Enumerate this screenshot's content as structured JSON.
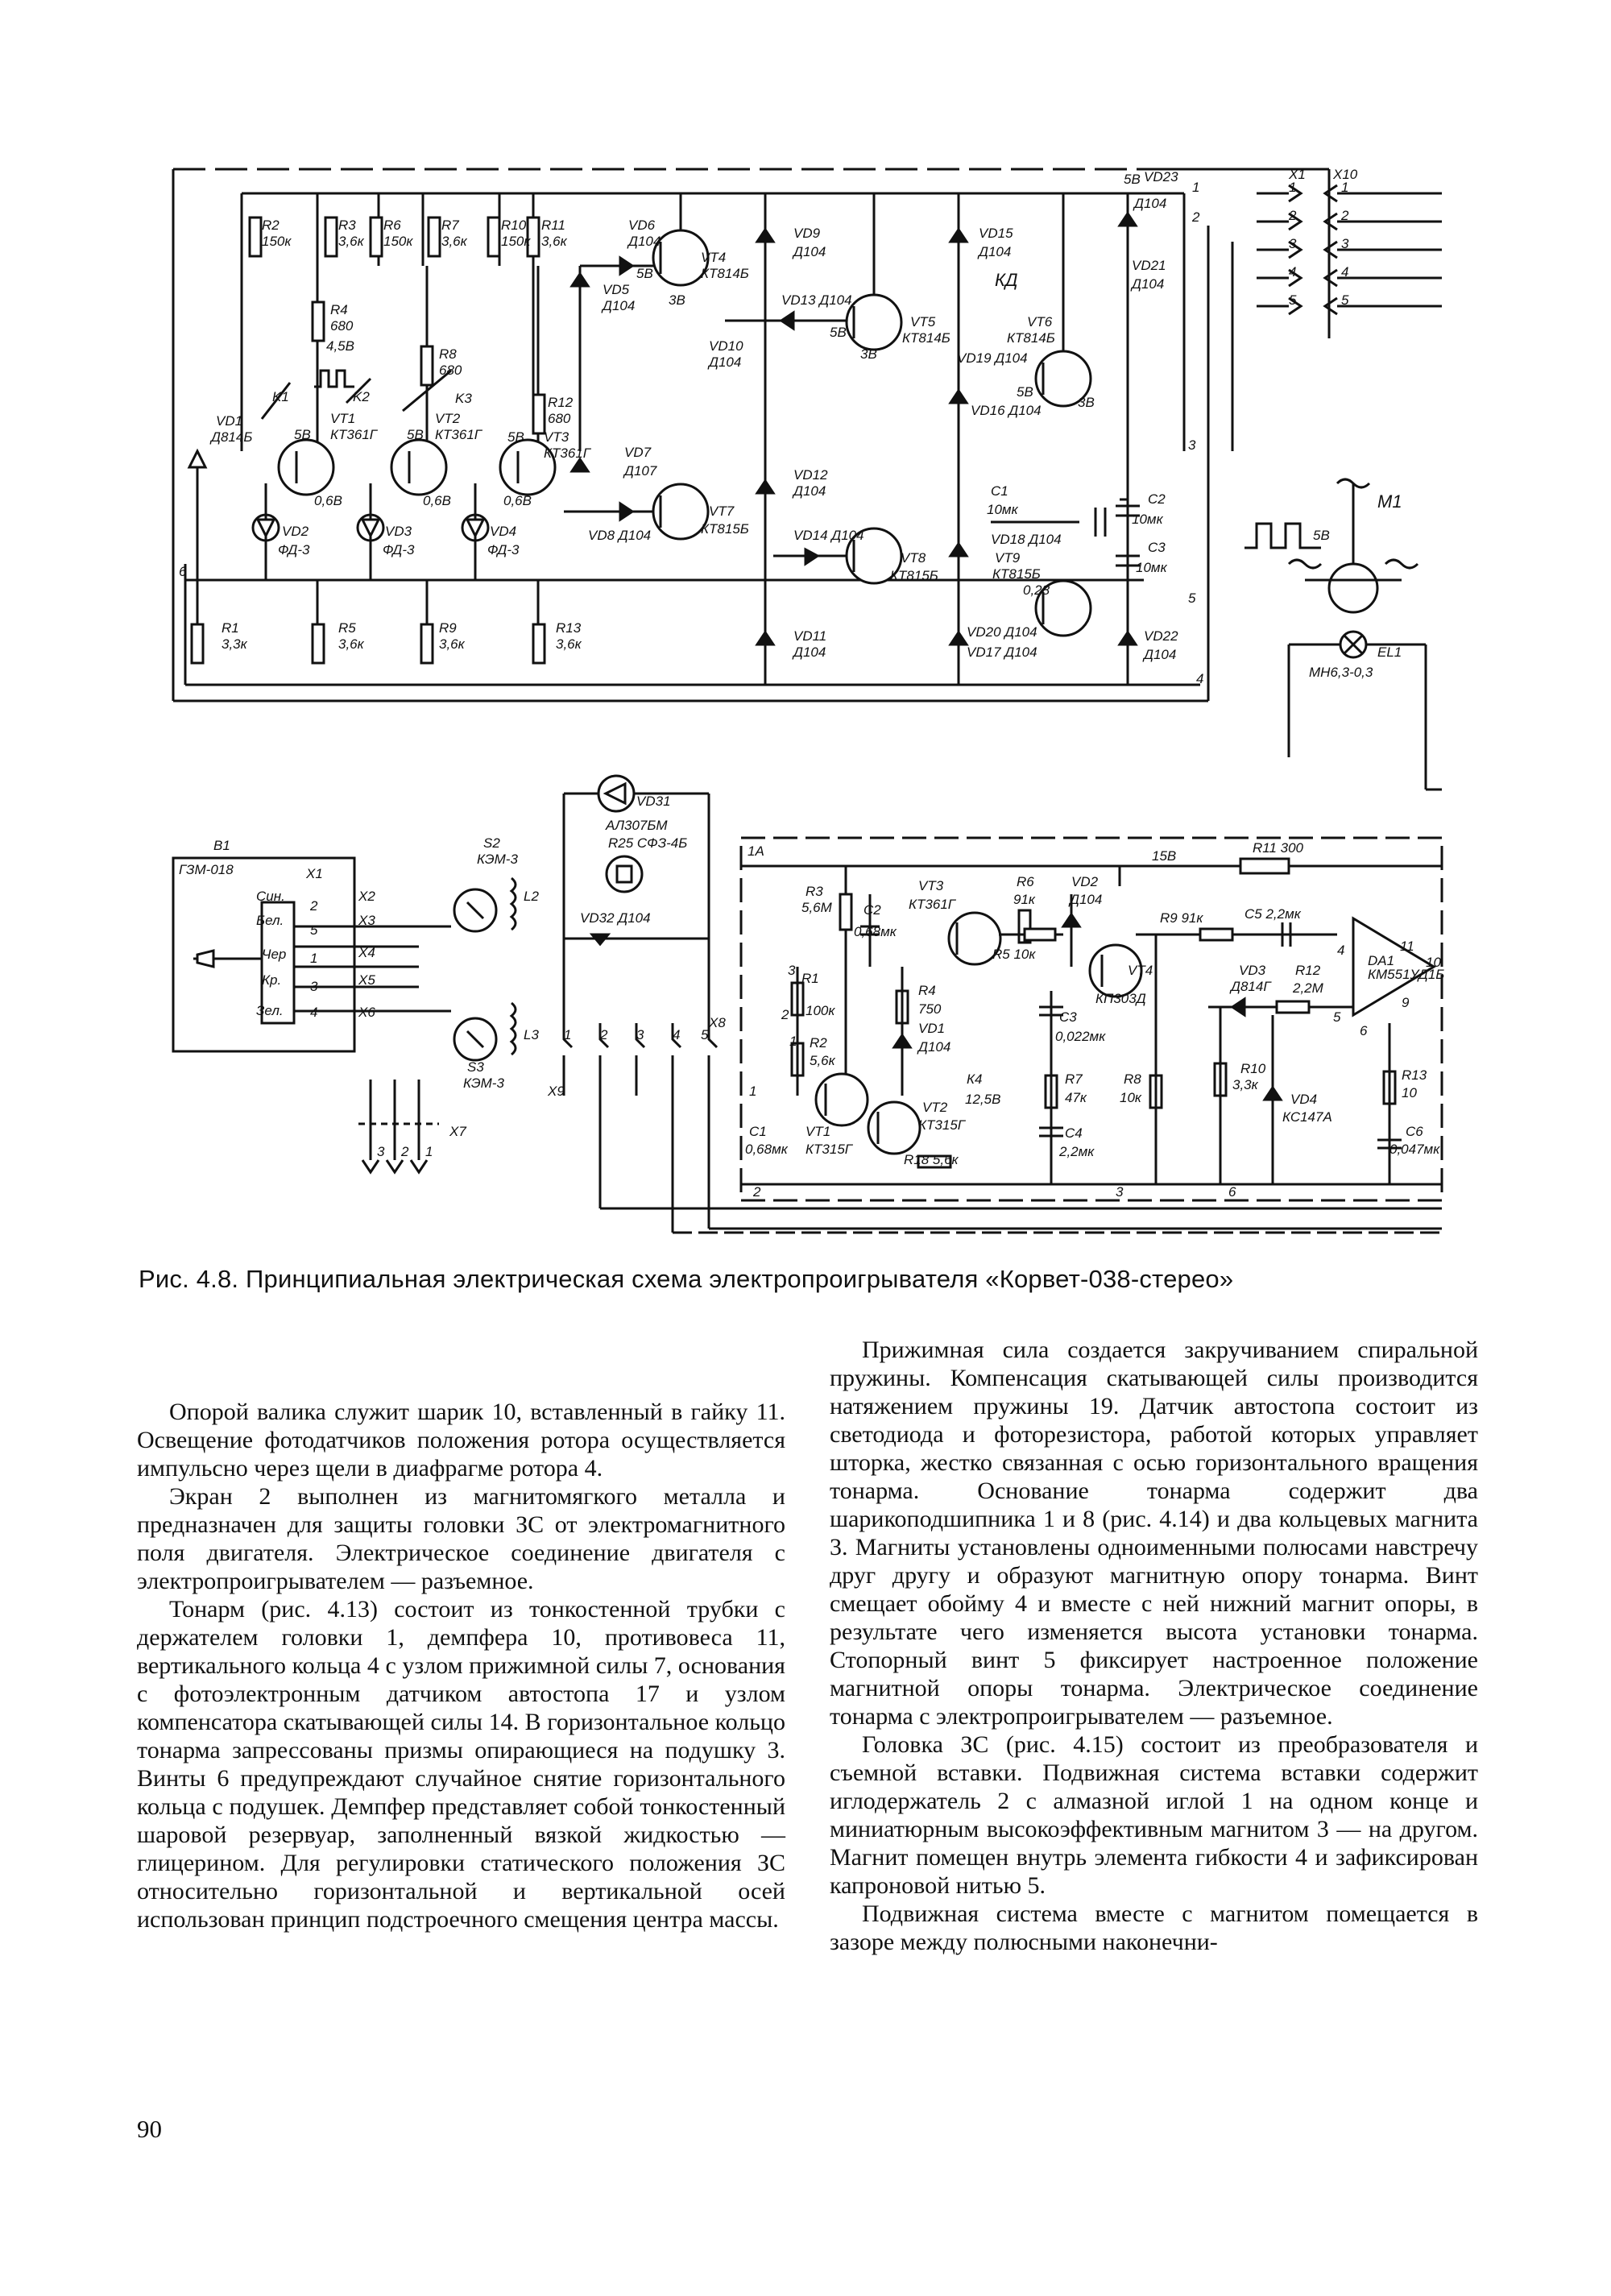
{
  "figure": {
    "top_labels": {
      "connector_x1": "X1",
      "connector_x10": "X10",
      "kd": "КД",
      "vd23": "VD23",
      "d104": "Д104",
      "v5": "5В",
      "v38": "3В",
      "v58": "5В",
      "v06": "0,6В",
      "v45": "4,5В",
      "v028": "0,28",
      "m1": "M1",
      "el1": "EL1",
      "el1_type": "МН6,3-0,3",
      "r1": "R1",
      "r1v": "3,3к",
      "r2": "R2",
      "r2v": "150к",
      "r3": "R3",
      "r3v": "3,6к",
      "r4": "R4",
      "r4v": "680",
      "r5": "R5",
      "r5v": "3,6к",
      "r6": "R6",
      "r6v": "150к",
      "r7": "R7",
      "r7v": "3,6к",
      "r8": "R8",
      "r8v": "680",
      "r9": "R9",
      "r9v": "3,6к",
      "r10": "R10",
      "r10v": "150к",
      "r11": "R11",
      "r11v": "3,6к",
      "r12": "R12",
      "r12v": "680",
      "r13": "R13",
      "r13v": "3,6к",
      "vt1": "VT1",
      "vt1t": "КТ361Г",
      "vt2": "VT2",
      "vt2t": "КТ361Г",
      "vt3": "VT3",
      "vt3t": "КТ361Г",
      "vt4": "VT4",
      "vt4t": "КТ814Б",
      "vt5": "VT5",
      "vt5t": "КТ814Б",
      "vt6": "VT6",
      "vt6t": "КТ814Б",
      "vt7": "VT7",
      "vt7t": "КТ815Б",
      "vt8": "VT8",
      "vt8t": "КТ815Б",
      "vt9": "VT9",
      "vt9t": "КТ815Б",
      "vd1": "VD1",
      "vd1t": "Д814Б",
      "vd2": "VD2",
      "vd3": "VD3",
      "vd4": "VD4",
      "fd3": "ФД-3",
      "vd5": "VD5",
      "vd6": "VD6",
      "vd7": "VD7",
      "vd7t": "Д107",
      "vd8": "VD8 Д104",
      "vd9": "VD9",
      "vd10": "VD10",
      "vd11": "VD11",
      "vd12": "VD12",
      "vd13": "VD13 Д104",
      "vd14": "VD14 Д104",
      "vd15": "VD15",
      "vd16": "VD16 Д104",
      "vd17": "VD17 Д104",
      "vd18": "VD18 Д104",
      "vd19": "VD19 Д104",
      "vd20": "VD20 Д104",
      "vd21": "VD21",
      "vd22": "VD22",
      "c1": "C1",
      "c1v": "10мк",
      "c2": "C2",
      "c2v": "10мк",
      "c3": "C3",
      "c3v": "10мк",
      "k1": "K1",
      "k2": "K2",
      "k3": "K3",
      "n1": "1",
      "n2": "2",
      "n3": "3",
      "n4": "4",
      "n5": "5",
      "n6": "6",
      "n58": "5В"
    },
    "bottom_labels": {
      "b1": "B1",
      "b1t": "ГЗМ-018",
      "x1": "X1",
      "x2": "X2",
      "x3": "X3",
      "x4": "X4",
      "x5": "X5",
      "x6": "X6",
      "x7": "X7",
      "x8": "X8",
      "x9": "X9",
      "sin": "Син.",
      "bel": "Бел.",
      "cher": "Чер",
      "kr": "Кр.",
      "zel": "Зел.",
      "s2": "S2",
      "s2t": "КЭМ-3",
      "s3": "S3",
      "s3t": "КЭМ-3",
      "l2": "L2",
      "l3": "L3",
      "vd31": "VD31",
      "vd31t": "АЛ307БМ",
      "r25": "R25 СФЗ-4Б",
      "vd32": "VD32 Д104",
      "block": "1А",
      "v15": "15В",
      "r3": "R3",
      "r3v": "5,6М",
      "c2": "C2",
      "c2v": "0,68мк",
      "vt3": "VT3",
      "vt3t": "КТ361Г",
      "r6": "R6",
      "r6v": "91к",
      "vd2": "VD2",
      "vd2t": "Д104",
      "r5": "R5 10к",
      "r1": "R1",
      "r1v": "100к",
      "r2": "R2",
      "r2v": "5,6к",
      "r4": "R4",
      "r4v": "750",
      "vd1": "VD1",
      "vd1t": "Д104",
      "vt4": "VT4",
      "vt4t": "КП303Д",
      "c3": "C3",
      "c3v": "0,022мк",
      "r9": "R9 91к",
      "c5": "C5 2,2мк",
      "r11": "R11 300",
      "da1": "DA1",
      "da1t": "КМ551УД1Б",
      "vd3": "VD3",
      "vd3t": "Д814Г",
      "r12": "R12",
      "r12v": "2,2М",
      "k4": "К4",
      "k4v": "12,5В",
      "vt1": "VT1",
      "vt1t": "КТ315Г",
      "vt2": "VT2",
      "vt2t": "КТ315Г",
      "r18": "R18 5,6к",
      "r7": "R7",
      "r7v": "47к",
      "c4": "C4",
      "c4v": "2,2мк",
      "r8": "R8",
      "r8v": "10к",
      "r10": "R10",
      "r10v": "3,3к",
      "vd4": "VD4",
      "vd4t": "КС147А",
      "r13": "R13",
      "r13v": "10",
      "c6": "C6",
      "c6v": "0,047мк",
      "c1": "C1",
      "c1v": "0,68мк",
      "p1": "1",
      "p2": "2",
      "p3": "3",
      "p4": "4",
      "p5": "5",
      "p6": "6",
      "p9": "9",
      "p10": "10",
      "p11": "11"
    }
  },
  "caption": "Рис. 4.8. Принципиальная электрическая схема электропроигрывателя «Корвет-038-стерео»",
  "left_column": [
    "Опорой валика служит шарик 10, вставленный в гайку 11. Освещение фотодатчиков положения ротора осуществляется импульсно через щели в диафрагме ротора 4.",
    "Экран 2 выполнен из магнитомягкого металла и предназначен для защиты головки ЗС от электромагнитного поля двигателя. Электрическое соединение двигателя с электропроигрывателем — разъемное.",
    "Тонарм (рис. 4.13) состоит из тонкостенной трубки с держателем головки 1, демпфера 10, противовеса 11, вертикального кольца 4 с узлом прижимной силы 7, основания с фотоэлектронным датчиком автостопа 17 и узлом компенсатора скатывающей силы 14. В горизонтальное кольцо тонарма запрессованы призмы опирающиеся на подушку 3. Винты 6 предупреждают случайное снятие горизонтального кольца с подушек. Демпфер представляет собой тонкостенный шаровой резервуар, заполненный вязкой жидкостью — глицерином. Для регулировки статического положения ЗС относительно горизонтальной и вертикальной осей использован принцип подстроечного смещения центра массы."
  ],
  "right_column": [
    "Прижимная сила создается закручиванием спиральной пружины. Компенсация скатывающей силы производится натяжением пружины 19. Датчик автостопа состоит из светодиода и фоторезистора, работой которых управляет шторка, жестко связанная с осью горизонтального вращения тонарма. Основание тонарма содержит два шарикоподшипника 1 и 8 (рис. 4.14) и два кольцевых магнита 3. Магниты установлены одноименными полюсами навстречу друг другу и образуют магнитную опору тонарма. Винт смещает обойму 4 и вместе с ней нижний магнит опоры, в результате чего изменяется высота установки тонарма. Стопорный винт 5 фиксирует настроенное положение магнитной опоры тонарма. Электрическое соединение тонарма с электропроигрывателем — разъемное.",
    "Головка ЗС (рис. 4.15) состоит из преобразователя и съемной вставки. Подвижная система вставки содержит иглодержатель 2 с алмазной иглой 1 на одном конце и миниатюрным высокоэффективным магнитом 3 — на другом. Магнит помещен внутрь элемента гибкости 4 и зафиксирован капроновой нитью 5.",
    "Подвижная система вместе с магнитом помещается в зазоре между полюсными наконечни-"
  ],
  "page_number": "90"
}
